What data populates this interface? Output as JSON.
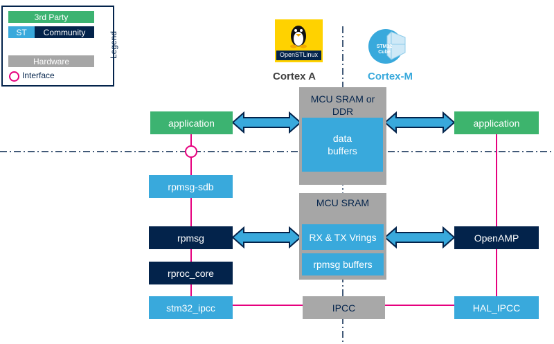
{
  "legend": {
    "title": "Legend",
    "third_party": "3rd Party",
    "st": "ST",
    "community": "Community",
    "hardware": "Hardware",
    "interface": "Interface"
  },
  "logos": {
    "linux_logo_text": "OpenSTLinux",
    "cube_logo_text": "STM32 Cube"
  },
  "columns": {
    "cortex_a": "Cortex A",
    "cortex_m": "Cortex-M"
  },
  "left": {
    "application": "application",
    "rpmsg_sdb": "rpmsg-sdb",
    "rpmsg": "rpmsg",
    "rproc_core": "rproc_core",
    "stm32_ipcc": "stm32_ipcc"
  },
  "center": {
    "mcu_sram_ddr": "MCU SRAM or DDR",
    "data_buffers": "data buffers",
    "mcu_sram": "MCU SRAM",
    "vrings": "RX & TX Vrings",
    "rpmsg_buffers": "rpmsg buffers",
    "ipcc": "IPCC"
  },
  "right": {
    "application": "application",
    "openamp": "OpenAMP",
    "hal_ipcc": "HAL_IPCC"
  },
  "colors": {
    "third_party": "#3cb371",
    "st": "#39a9dc",
    "community": "#03234b",
    "hardware": "#a6a6a6",
    "interface": "#e6007e"
  }
}
